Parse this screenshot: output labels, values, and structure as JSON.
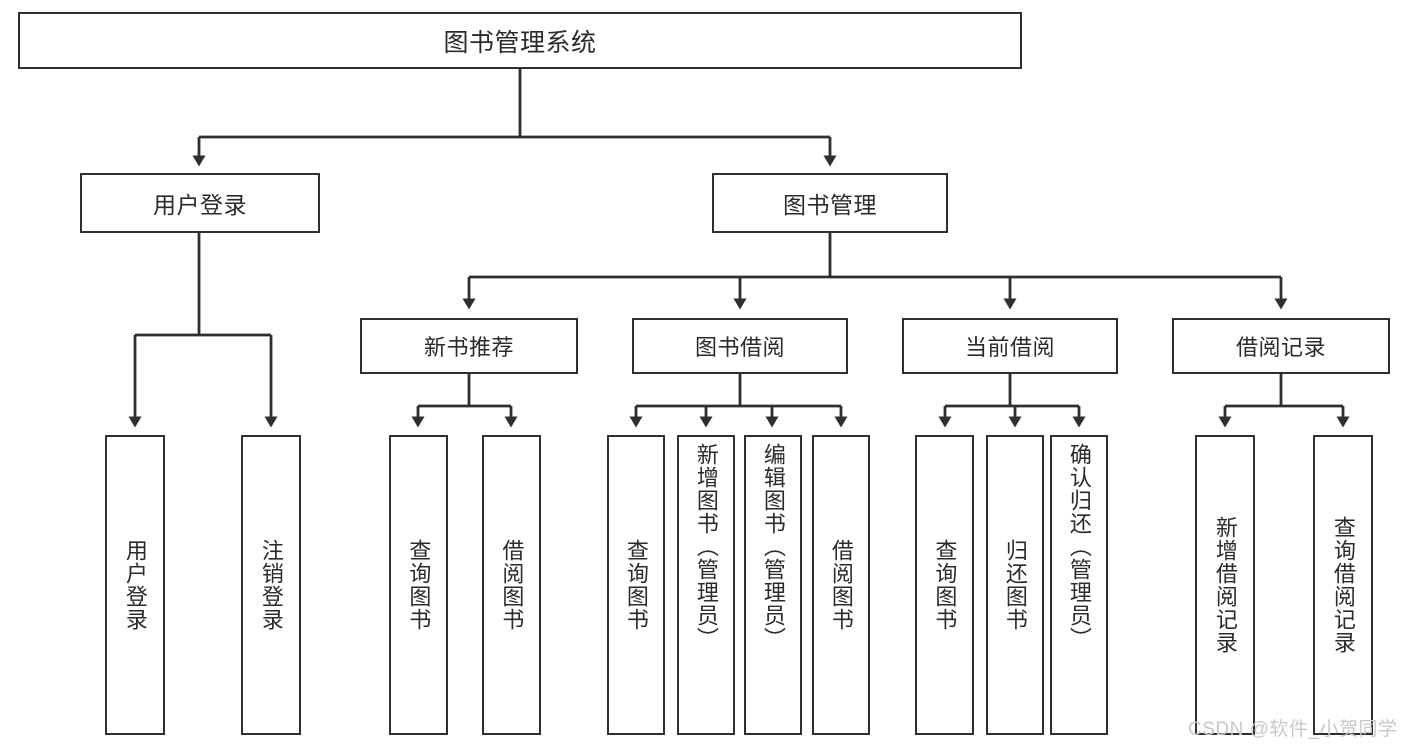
{
  "diagram": {
    "title": "图书管理系统",
    "type": "hierarchy-tree",
    "colors": {
      "background": "#ffffff",
      "box_border": "#2f2f2f",
      "connector": "#2f2f2f",
      "text": "#2b2b2b",
      "watermark": "#c8c8c8"
    },
    "root": {
      "label": "图书管理系统"
    },
    "level2": [
      {
        "label": "用户登录"
      },
      {
        "label": "图书管理"
      }
    ],
    "level3": [
      {
        "label": "新书推荐"
      },
      {
        "label": "图书借阅"
      },
      {
        "label": "当前借阅"
      },
      {
        "label": "借阅记录"
      }
    ],
    "leaves": {
      "user_login": [
        {
          "label": "用户登录"
        },
        {
          "label": "注销登录"
        }
      ],
      "new_book_recommend": [
        {
          "label": "查询图书"
        },
        {
          "label": "借阅图书"
        }
      ],
      "book_borrow": [
        {
          "label": "查询图书"
        },
        {
          "label": "新增图书（管理员）"
        },
        {
          "label": "编辑图书（管理员）"
        },
        {
          "label": "借阅图书"
        }
      ],
      "current_borrow": [
        {
          "label": "查询图书"
        },
        {
          "label": "归还图书"
        },
        {
          "label": "确认归还（管理员）"
        }
      ],
      "borrow_records": [
        {
          "label": "新增借阅记录"
        },
        {
          "label": "查询借阅记录"
        }
      ]
    }
  },
  "watermark": {
    "text": "CSDN @软件_小贺同学"
  }
}
